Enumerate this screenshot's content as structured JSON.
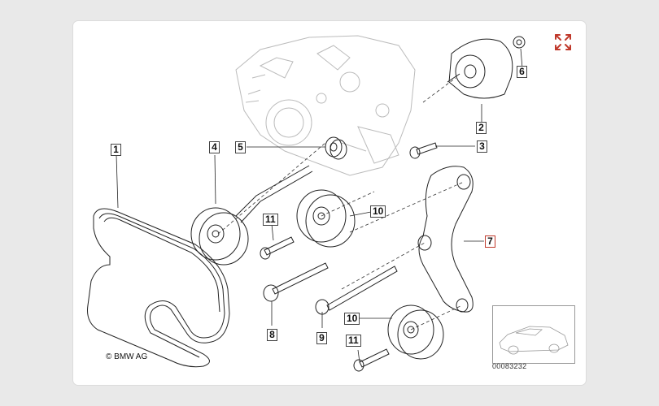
{
  "callouts": {
    "c1": "1",
    "c2": "2",
    "c3": "3",
    "c4": "4",
    "c5": "5",
    "c6": "6",
    "c7": "7",
    "c8": "8",
    "c9": "9",
    "c10a": "10",
    "c10b": "10",
    "c11a": "11",
    "c11b": "11"
  },
  "copyright": "© BMW AG",
  "diagram_number": "00083232",
  "colors": {
    "expand_icon": "#c0392b",
    "highlight_border": "#c0392b"
  },
  "icons": {
    "expand": "expand-arrows-icon"
  }
}
